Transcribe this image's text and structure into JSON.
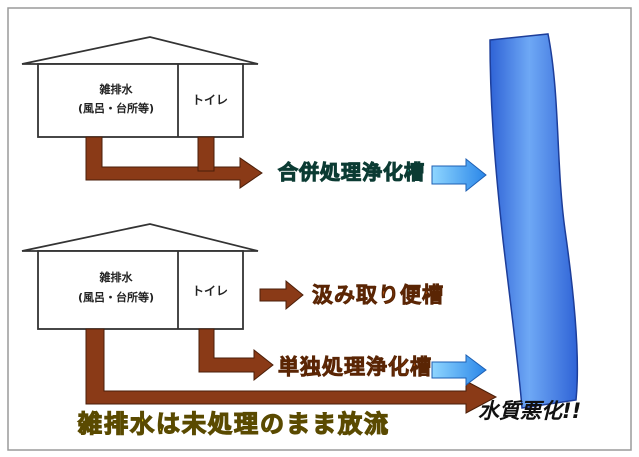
{
  "house_top": {
    "room_line1": "雑排水",
    "room_line2": "(風呂・台所等)",
    "toilet": "トイレ"
  },
  "house_bottom": {
    "room_line1": "雑排水",
    "room_line2": "(風呂・台所等)",
    "toilet": "トイレ"
  },
  "labels": {
    "combined_tank": "合併処理浄化槽",
    "pit_toilet": "汲み取り便槽",
    "single_tank": "単独処理浄化槽",
    "untreated_discharge": "雑排水は未処理のまま放流",
    "water_degradation": "水質悪化!!"
  },
  "colors": {
    "pipe_brown": "#8a3a17",
    "river_blue": "#3f7ee6",
    "small_arrow_cyan": "#4fb3ff",
    "green_text": "#1fb39a",
    "orange_text": "#e66a12",
    "yellow_text": "#ffeb2a"
  }
}
